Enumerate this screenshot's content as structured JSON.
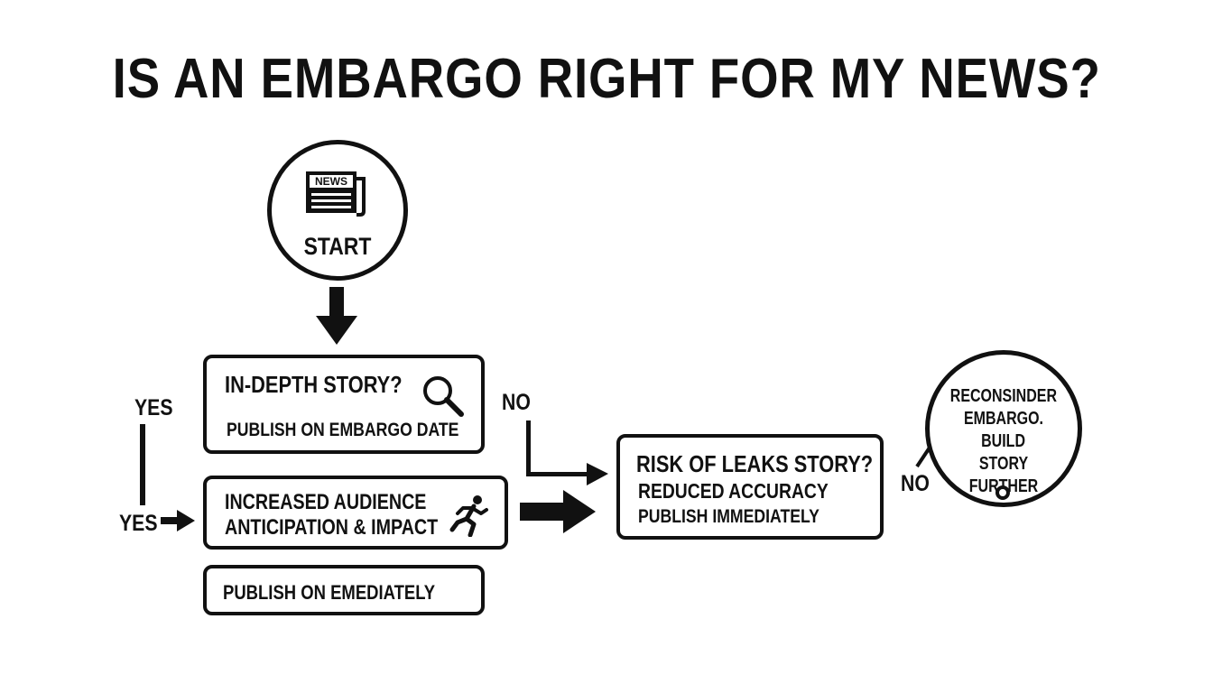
{
  "title": "IS AN EMBARGO RIGHT FOR MY NEWS?",
  "start": {
    "icon_text": "NEWS",
    "label": "START"
  },
  "in_depth": {
    "question": "IN-DEPTH STORY?",
    "sub": "PUBLISH ON EMBARGO DATE"
  },
  "audience": {
    "line1": "INCREASED AUDIENCE",
    "line2": "ANTICIPATION & IMPACT"
  },
  "publish_emediately": "PUBLISH ON EMEDIATELY",
  "risk": {
    "question": "RISK OF LEAKS STORY?",
    "line2": "REDUCED ACCURACY",
    "line3": "PUBLISH IMMEDIATELY"
  },
  "reconsider": {
    "line1": "RECONSINDER",
    "line2": "EMBARGO.",
    "line3": "BUILD",
    "line4": "STORY FURTHER"
  },
  "labels": {
    "yes_top": "YES",
    "yes_bottom": "YES",
    "no_left": "NO",
    "no_right": "NO"
  },
  "icons": {
    "news": "newspaper-icon",
    "search": "magnifier-icon",
    "runner": "running-person-icon"
  },
  "colors": {
    "ink": "#111111",
    "background": "#ffffff"
  }
}
